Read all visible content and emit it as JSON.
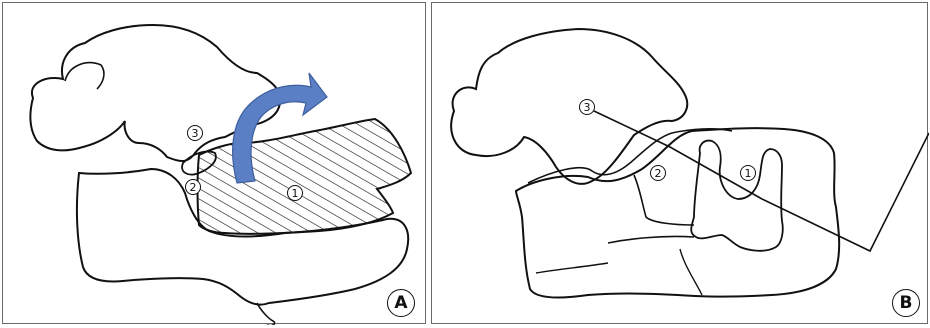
{
  "panels": [
    {
      "letter": "A",
      "labels": {
        "region_1": "1",
        "region_2": "2",
        "region_3": "3"
      }
    },
    {
      "letter": "B",
      "labels": {
        "region_1": "1",
        "region_2": "2",
        "region_3": "3"
      }
    }
  ],
  "colors": {
    "arrow": "#5b7fc4",
    "arrow_outline": "#3e5f9e",
    "line": "#111111"
  }
}
